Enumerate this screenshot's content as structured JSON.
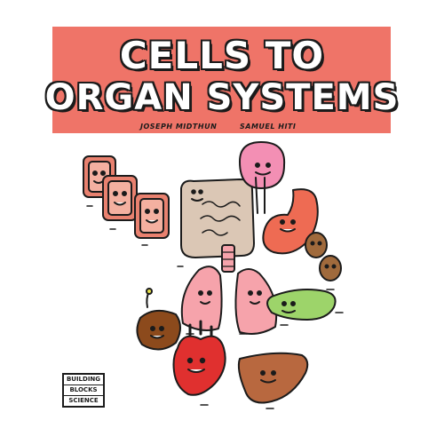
{
  "cover": {
    "title_line1": "CELLS TO",
    "title_line2": "ORGAN SYSTEMS",
    "author1": "JOSEPH MIDTHUN",
    "author2": "SAMUEL HITI",
    "series": [
      "BUILDING",
      "BLOCKS",
      "SCIENCE"
    ]
  },
  "colors": {
    "banner": "#ef7468",
    "cell": "#e9816f",
    "brain": "#f38fb4",
    "intestine": "#dbc7b5",
    "stomach": "#ee6b53",
    "lungs": "#f6a3ab",
    "pancreas": "#9dd46a",
    "kidney": "#a06a3c",
    "heart": "#e0302f",
    "liver": "#b8683f",
    "spleen": "#8c4a1c"
  }
}
